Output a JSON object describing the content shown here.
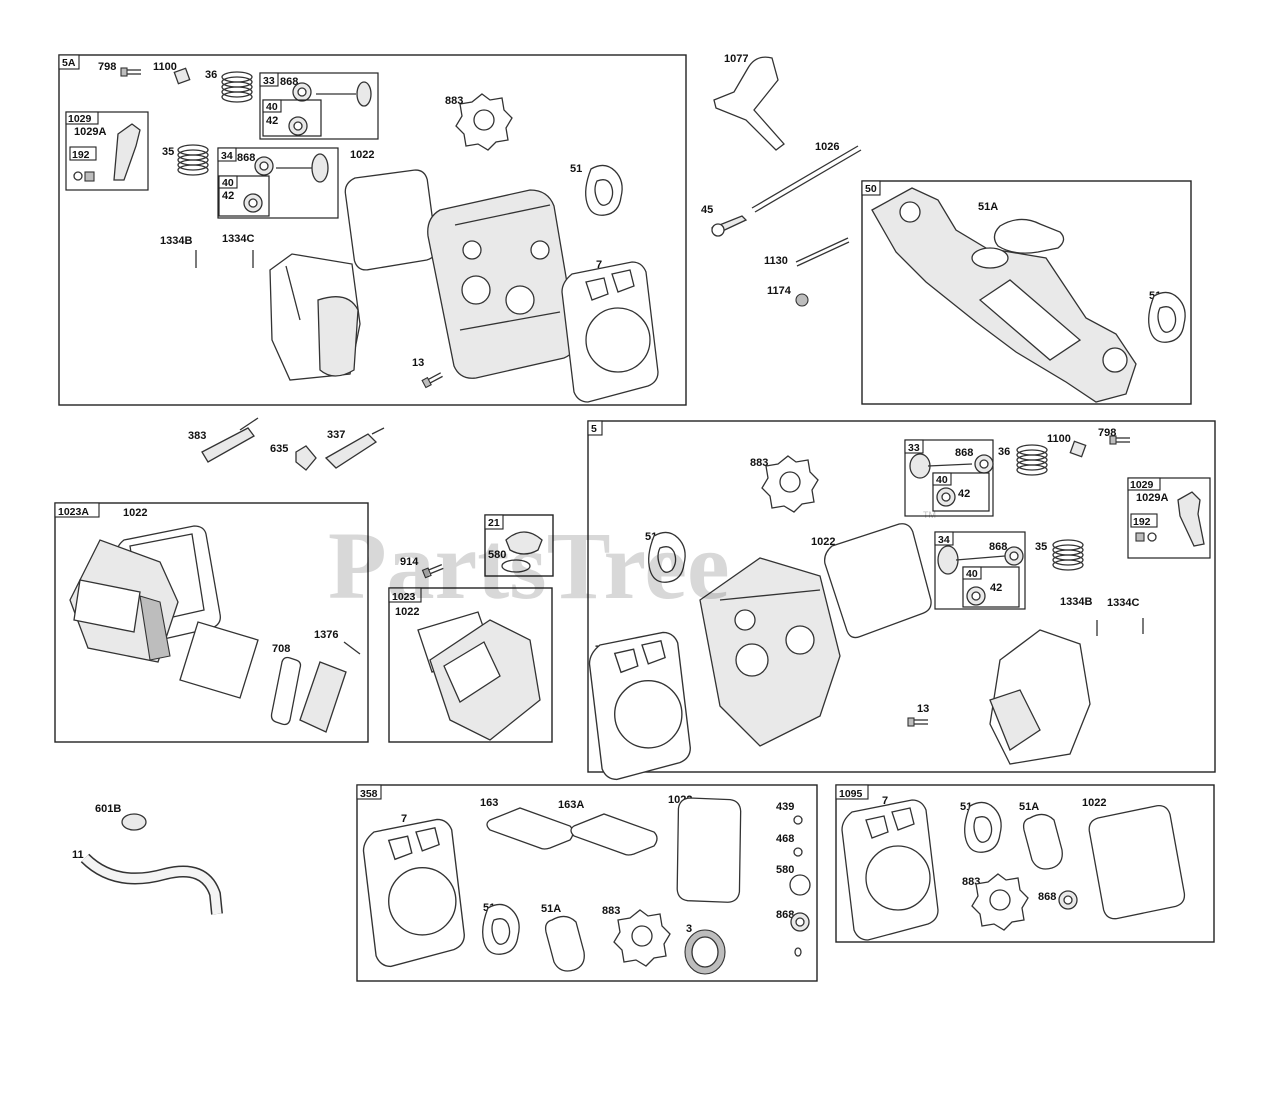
{
  "watermark": "PartsTree",
  "watermark_tm": "TM",
  "labels": {
    "g5A": "5A",
    "a798": "798",
    "a1100": "1100",
    "a36": "36",
    "a33": "33",
    "a868a": "868",
    "a40a": "40",
    "a42a": "42",
    "a883": "883",
    "a1029": "1029",
    "a1029A": "1029A",
    "a192": "192",
    "a35": "35",
    "a34": "34",
    "a868b": "868",
    "a40b": "40",
    "a42b": "42",
    "a1022": "1022",
    "a51": "51",
    "a1334B": "1334B",
    "a1334C": "1334C",
    "a7": "7",
    "a13": "13",
    "b1077": "1077",
    "b1026": "1026",
    "b45": "45",
    "b1130": "1130",
    "b1174": "1174",
    "g50": "50",
    "c51A": "51A",
    "c51": "51",
    "d383": "383",
    "d635": "635",
    "d337": "337",
    "g1023A": "1023A",
    "e1022": "1022",
    "e708": "708",
    "e1376": "1376",
    "g21": "21",
    "f580": "580",
    "f914": "914",
    "g1023": "1023",
    "h1022": "1022",
    "g5": "5",
    "i883": "883",
    "i33": "33",
    "i868a": "868",
    "i40a": "40",
    "i42a": "42",
    "i36": "36",
    "i1100": "1100",
    "i798": "798",
    "i1029": "1029",
    "i1029A": "1029A",
    "i192": "192",
    "i51": "51",
    "i1022": "1022",
    "i34": "34",
    "i868b": "868",
    "i35": "35",
    "i40b": "40",
    "i42b": "42",
    "i1334B": "1334B",
    "i1334C": "1334C",
    "i7": "7",
    "i13": "13",
    "j601B": "601B",
    "j11": "11",
    "g358": "358",
    "k7": "7",
    "k163": "163",
    "k163A": "163A",
    "k1022": "1022",
    "k439": "439",
    "k468": "468",
    "k580": "580",
    "k868": "868",
    "k51": "51",
    "k51A": "51A",
    "k883": "883",
    "k3": "3",
    "g1095": "1095",
    "m7": "7",
    "m51": "51",
    "m51A": "51A",
    "m1022": "1022",
    "m883": "883",
    "m868": "868"
  }
}
